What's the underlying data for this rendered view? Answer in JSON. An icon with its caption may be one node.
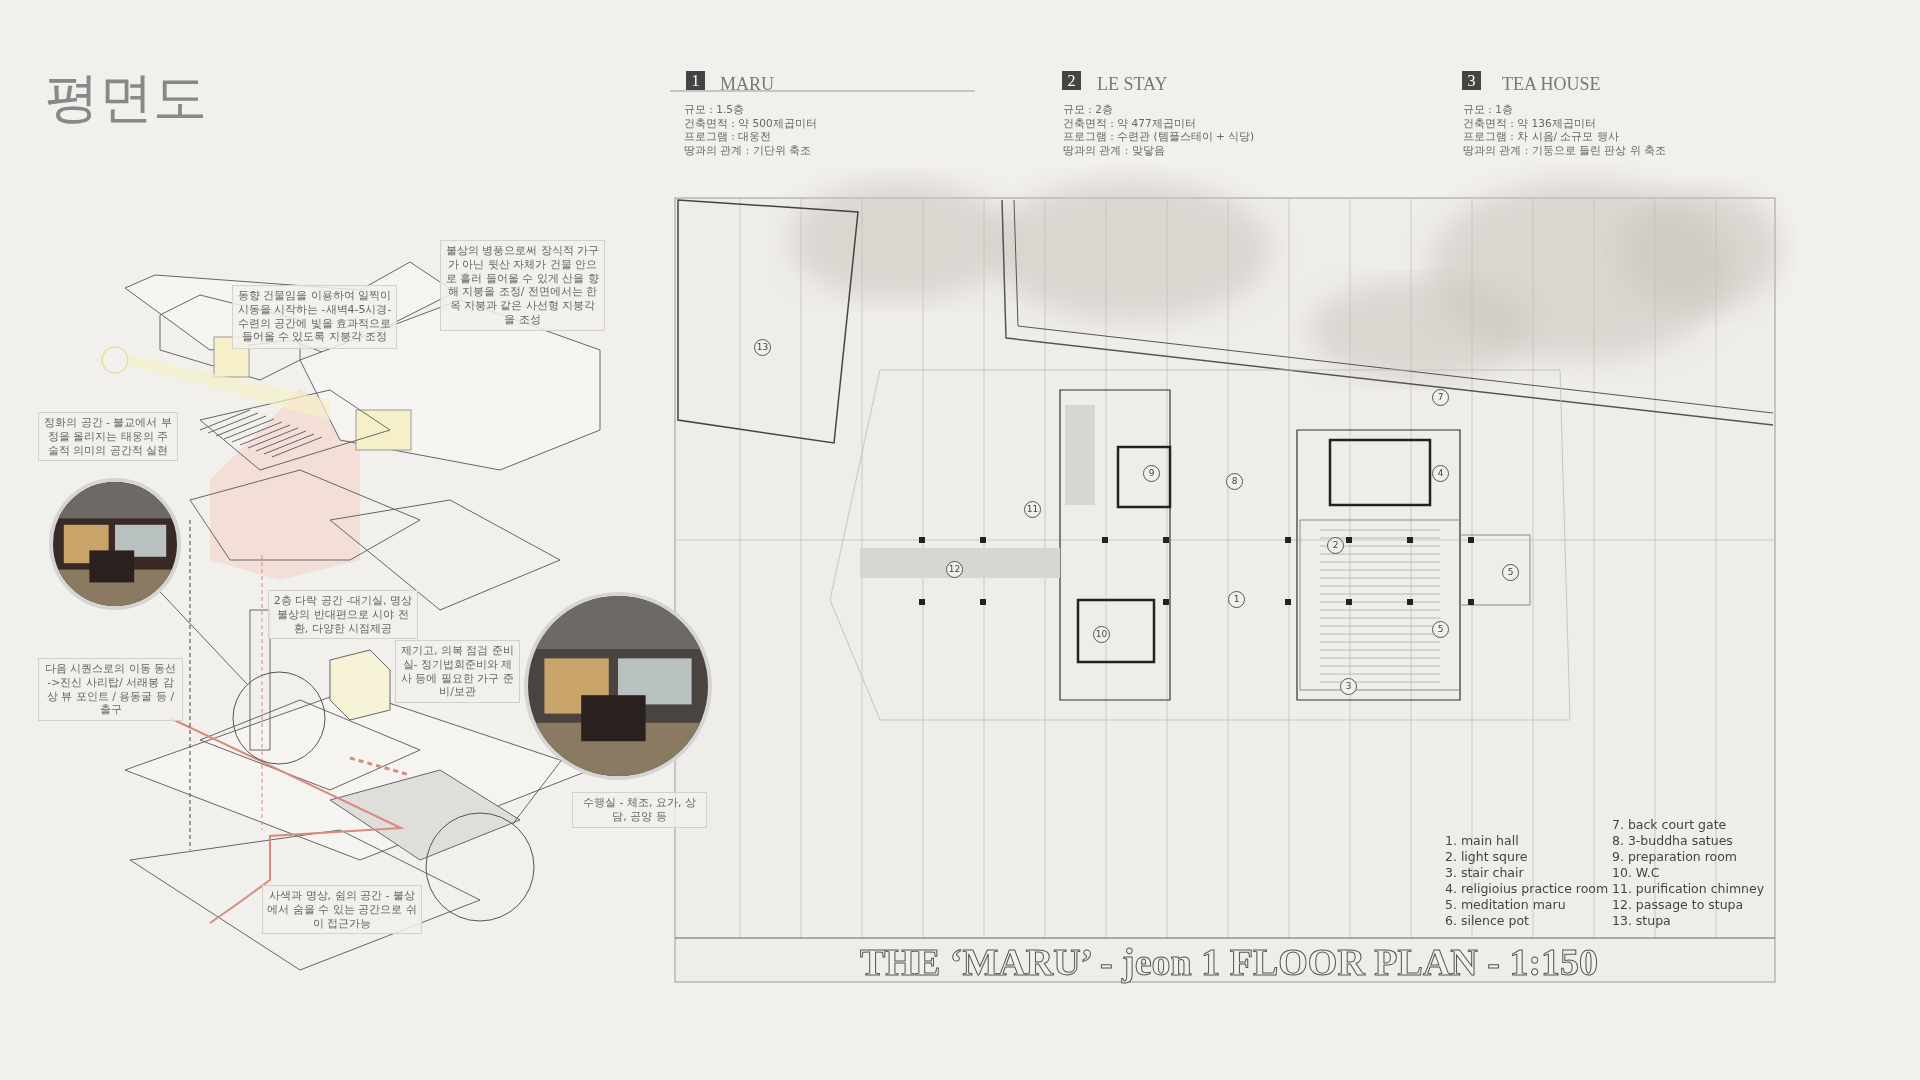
{
  "diagram": {
    "title": "평면도",
    "nodes": [
      {
        "text": [],
        "shape": "picture"
      },
      {
        "text": [],
        "shape": "circle"
      },
      {
        "text": [],
        "shape": "picture"
      },
      {
        "text": [],
        "shape": "circle"
      },
      {
        "text": [
          "불상의 병풍으로써 장식적 가구가 아닌 뒷산 자체가 건물 안으로 흘러 들어올 수 있게 산을 향해 지붕을 조정/ 전면에서는 한옥 지붕과 같은 사선형 지붕각을 조성"
        ]
      },
      {
        "text": [
          "동향 건물임을 이용하여 일찍이 시동을 시작하는 -새벽4-5시경- 수련의 공간에 빛을 효과적으로 들어올 수 있도록 지붕각 조정"
        ]
      },
      {
        "text": [
          "정화의 공간 - 불교에서 부정을 올리지는 태웅의 주술적 의미의 공간적 실현"
        ]
      },
      {
        "text": [
          "2층 다락 공간 -대기실, 명상 불상의 반대편으로 시야 전환, 다양한 시점제공"
        ]
      },
      {
        "text": [
          "다음 시퀀스로의 이동 동선 ->진신 사리탑/ 서래봉 감상 뷰 포인트 / 용동굴 등 / 출구"
        ]
      },
      {
        "text": [
          "제기고, 의복 점검 준비실- 정기법회준비와 제사 등에 필요한 가구 준비/보관"
        ]
      },
      {
        "text": [
          "수행실 - 체조, 요가, 상담, 공양 등"
        ]
      },
      {
        "text": [
          "사색과 명상, 쉼의 공간 - 불상에서 숨을 수 있는 공간으로 쉬이 접근가능"
        ]
      }
    ],
    "edges": [
      {
        "from": 0,
        "to": 1,
        "arrow": "none"
      },
      {
        "from": 2,
        "to": 3,
        "arrow": "none"
      }
    ],
    "labels": [
      "1",
      "MARU",
      "규모 : 1.5층",
      "건축면적 : 약 500제곱미터",
      "프로그램 : 대웅전",
      "땅과의 관계 : 기단위 축조",
      "2",
      "LE STAY",
      "규모 : 2층",
      "건축면적 : 약 477제곱미터",
      "프로그램 : 수련관 (템플스테이 + 식당)",
      "땅과의 관계 : 맞닿음",
      "3",
      "TEA HOUSE",
      "규모 : 1층",
      "건축면적 : 약 136제곱미터",
      "프로그램 : 차 시음/ 소규모 행사",
      "땅과의 관계 : 기둥으로 들린 판상 위 축조",
      "13",
      "7",
      "9",
      "4",
      "8",
      "11",
      "2",
      "12",
      "5",
      "1",
      "5",
      "10",
      "3",
      "1. main hall",
      "2. light squre",
      "3. stair chair",
      "4. religioius practice room",
      "5. meditation maru",
      "6. silence pot",
      "7. back court gate",
      "8. 3-buddha satues",
      "9. preparation room",
      "10. W.C",
      "11. purification chimney",
      "12. passage to stupa",
      "13. stupa",
      "THE ‘MARU’ - jeon 1 FLOOR PLAN - 1:150"
    ]
  }
}
